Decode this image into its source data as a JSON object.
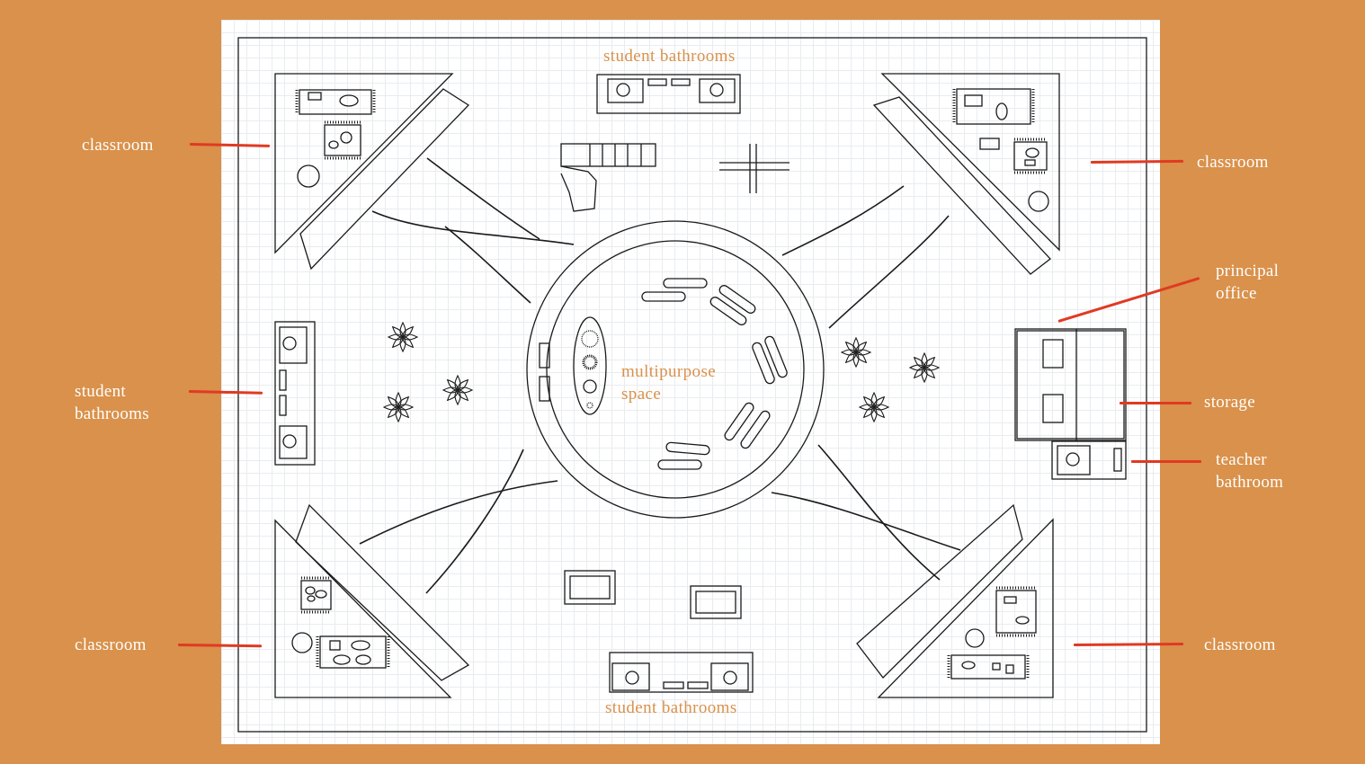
{
  "labels": {
    "classroom_top_left": "classroom",
    "classroom_top_right": "classroom",
    "classroom_bottom_left": "classroom",
    "classroom_bottom_right": "classroom",
    "student_bathrooms_left": [
      "student",
      "bathrooms"
    ],
    "principal_office": [
      "principal",
      "office"
    ],
    "storage": "storage",
    "teacher_bathroom": [
      "teacher",
      "bathroom"
    ],
    "student_bathrooms_top": "student bathrooms",
    "student_bathrooms_bottom": "student bathrooms",
    "multipurpose_space": [
      "multipurpose",
      "space"
    ]
  },
  "colors": {
    "background": "#D9914B",
    "paper": "#FFFFFF",
    "grid": "#E9ECEF",
    "leader_line": "#E03A22",
    "inline_label": "#D9914B",
    "ink": "#1A1A1A"
  }
}
